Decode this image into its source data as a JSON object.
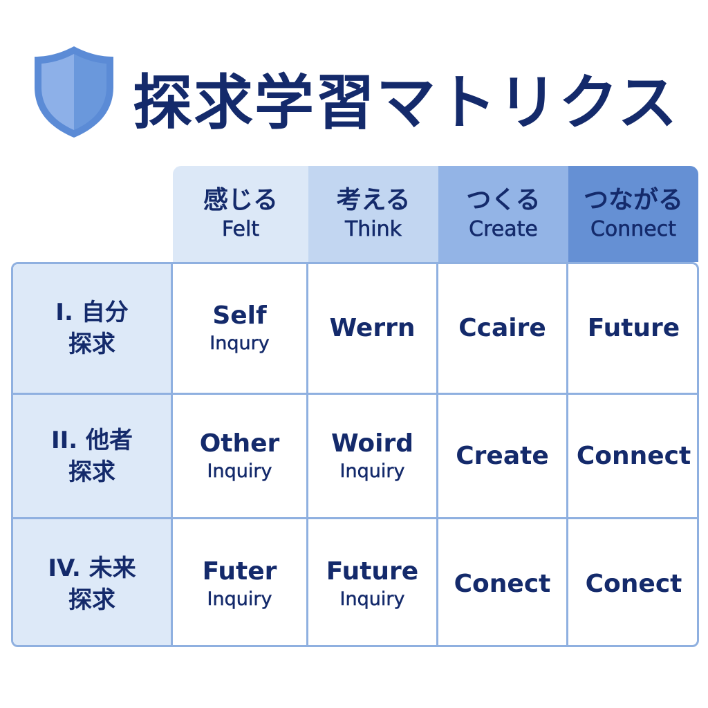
{
  "title": "探求学習マトリクス",
  "columns": [
    {
      "jp": "感じる",
      "en": "Felt",
      "color": "#dce8f7"
    },
    {
      "jp": "考える",
      "en": "Think",
      "color": "#c2d6f1"
    },
    {
      "jp": "つくる",
      "en": "Create",
      "color": "#93b4e6"
    },
    {
      "jp": "つながる",
      "en": "Connect",
      "color": "#6590d4"
    }
  ],
  "rows": [
    {
      "label1": "I. 自分",
      "label2": "探求",
      "cells": [
        {
          "main": "Self",
          "sub": "Inqury"
        },
        {
          "main": "Werrn",
          "sub": ""
        },
        {
          "main": "Ccaire",
          "sub": ""
        },
        {
          "main": "Future",
          "sub": ""
        }
      ]
    },
    {
      "label1": "II. 他者",
      "label2": "探求",
      "cells": [
        {
          "main": "Other",
          "sub": "Inquiry"
        },
        {
          "main": "Woird",
          "sub": "Inquiry"
        },
        {
          "main": "Create",
          "sub": ""
        },
        {
          "main": "Connect",
          "sub": ""
        }
      ]
    },
    {
      "label1": "IV. 未来",
      "label2": "探求",
      "cells": [
        {
          "main": "Futer",
          "sub": "Inquiry"
        },
        {
          "main": "Future",
          "sub": "Inquiry"
        },
        {
          "main": "Conect",
          "sub": ""
        },
        {
          "main": "Conect",
          "sub": ""
        }
      ]
    }
  ]
}
